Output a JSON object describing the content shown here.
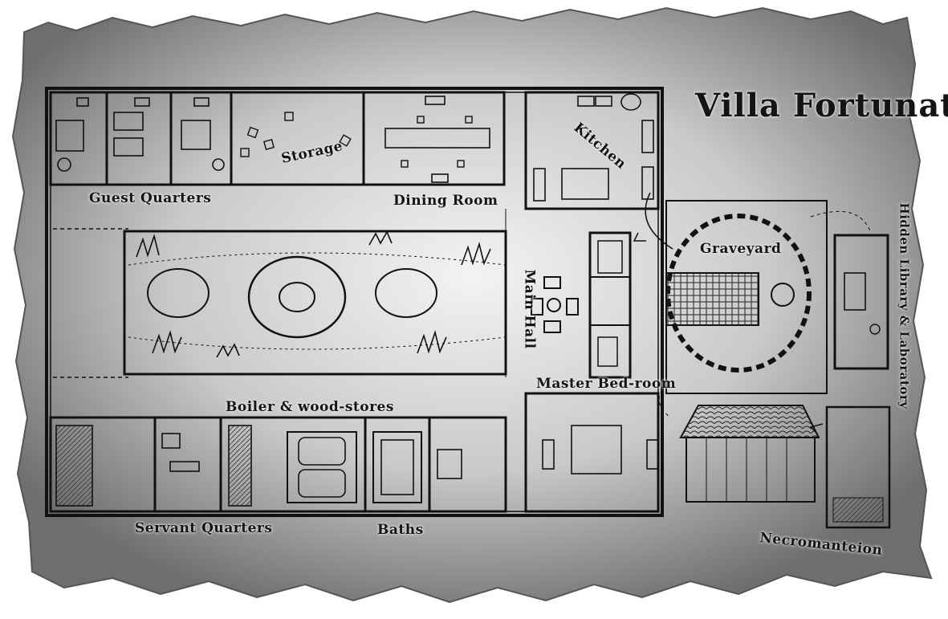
{
  "map": {
    "title": "Villa Fortunata",
    "palette": {
      "parchment_light": "#f3f3f3",
      "parchment_mid": "#c9c9c9",
      "parchment_dark": "#6e6e6e",
      "ink": "#111111"
    },
    "labels": {
      "guest_quarters": "Guest Quarters",
      "storage": "Storage",
      "dining_room": "Dining Room",
      "kitchen": "Kitchen",
      "main_hall": "Main Hall",
      "master_bedroom": "Master Bed-room",
      "boiler": "Boiler & wood-stores",
      "servant_quarters": "Servant Quarters",
      "baths": "Baths",
      "graveyard": "Graveyard",
      "hidden_library": "Hidden Library & Laboratory",
      "necromanteion": "Necromanteion"
    }
  }
}
